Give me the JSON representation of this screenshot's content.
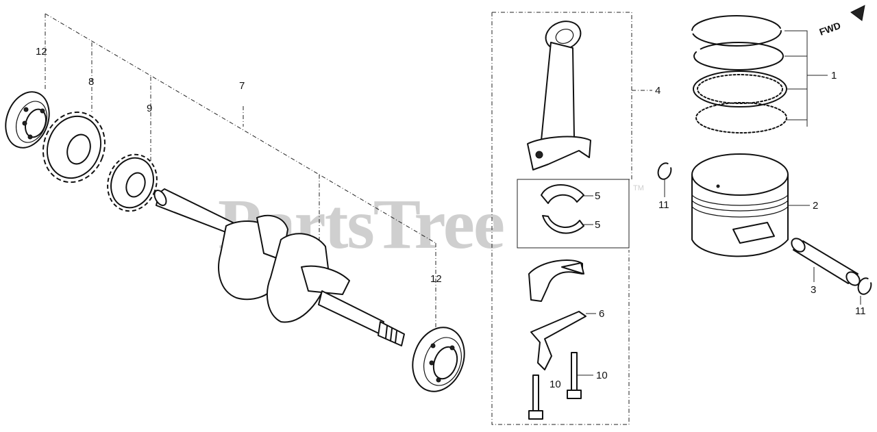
{
  "watermark": {
    "text": "PartsTree",
    "trademark": "TM"
  },
  "orientation": {
    "text": "FWD"
  },
  "callouts": [
    {
      "id": "c1",
      "text": "1"
    },
    {
      "id": "c2",
      "text": "2"
    },
    {
      "id": "c3",
      "text": "3"
    },
    {
      "id": "c4",
      "text": "4"
    },
    {
      "id": "c5a",
      "text": "5"
    },
    {
      "id": "c5b",
      "text": "5"
    },
    {
      "id": "c6",
      "text": "6"
    },
    {
      "id": "c7",
      "text": "7"
    },
    {
      "id": "c8",
      "text": "8"
    },
    {
      "id": "c9",
      "text": "9"
    },
    {
      "id": "c10a",
      "text": "10"
    },
    {
      "id": "c10b",
      "text": "10"
    },
    {
      "id": "c11a",
      "text": "11"
    },
    {
      "id": "c11b",
      "text": "11"
    },
    {
      "id": "c12a",
      "text": "12"
    },
    {
      "id": "c12b",
      "text": "12"
    }
  ]
}
